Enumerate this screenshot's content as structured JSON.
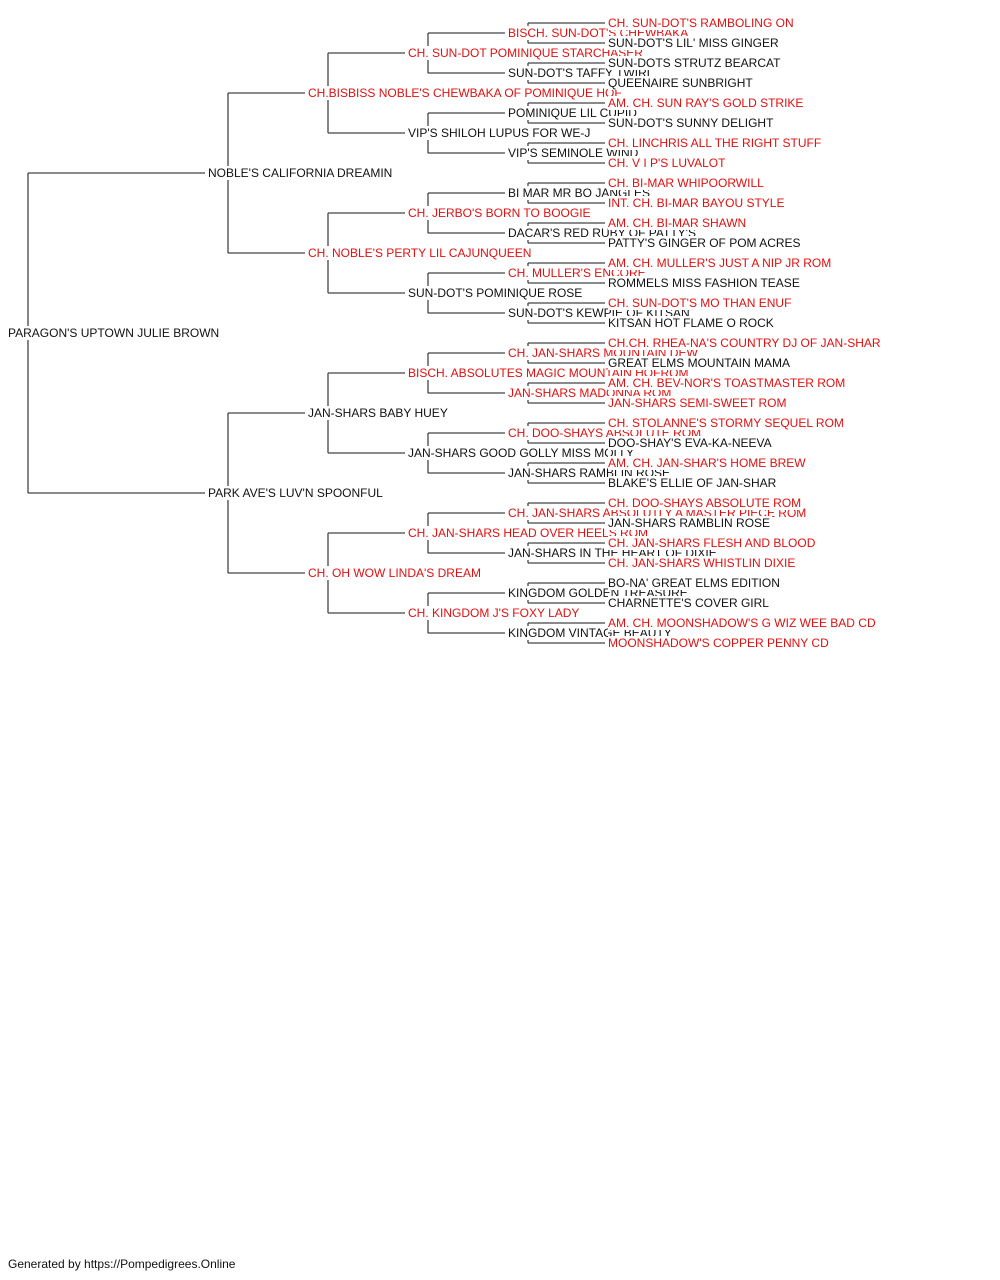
{
  "colors": {
    "line": "#444444",
    "text": "#111111",
    "champion": "#e01010"
  },
  "pedigree": {
    "name": "PARAGON'S UPTOWN JULIE BROWN",
    "champion": false,
    "sire": {
      "name": "NOBLE'S CALIFORNIA DREAMIN",
      "champion": false,
      "sire": {
        "name": "CH.BISBISS NOBLE'S CHEWBAKA OF POMINIQUE HOF",
        "champion": true,
        "sire": {
          "name": "CH. SUN-DOT POMINIQUE STARCHASER",
          "champion": true,
          "sire": {
            "name": "BISCH. SUN-DOT'S CHEWBAKA",
            "champion": true,
            "sire": {
              "name": "CH. SUN-DOT'S RAMBOLING ON",
              "champion": true
            },
            "dam": {
              "name": "SUN-DOT'S LIL' MISS GINGER",
              "champion": false
            }
          },
          "dam": {
            "name": "SUN-DOT'S TAFFY TWIRL",
            "champion": false,
            "sire": {
              "name": "SUN-DOTS STRUTZ BEARCAT",
              "champion": false
            },
            "dam": {
              "name": "QUEENAIRE SUNBRIGHT",
              "champion": false
            }
          }
        },
        "dam": {
          "name": "VIP'S SHILOH LUPUS FOR WE-J",
          "champion": false,
          "sire": {
            "name": "POMINIQUE LIL CUPID",
            "champion": false,
            "sire": {
              "name": "AM. CH. SUN RAY'S GOLD STRIKE",
              "champion": true
            },
            "dam": {
              "name": "SUN-DOT'S SUNNY DELIGHT",
              "champion": false
            }
          },
          "dam": {
            "name": "VIP'S SEMINOLE WIND",
            "champion": false,
            "sire": {
              "name": "CH. LINCHRIS ALL THE RIGHT STUFF",
              "champion": true
            },
            "dam": {
              "name": "CH. V I P'S LUVALOT",
              "champion": true
            }
          }
        }
      },
      "dam": {
        "name": "CH. NOBLE'S PERTY LIL CAJUNQUEEN",
        "champion": true,
        "sire": {
          "name": "CH. JERBO'S BORN TO BOOGIE",
          "champion": true,
          "sire": {
            "name": "BI MAR MR BO JANGLES",
            "champion": false,
            "sire": {
              "name": "CH. BI-MAR WHIPOORWILL",
              "champion": true
            },
            "dam": {
              "name": "INT. CH. BI-MAR BAYOU STYLE",
              "champion": true
            }
          },
          "dam": {
            "name": "DACAR'S RED RUBY OF PATTY'S",
            "champion": false,
            "sire": {
              "name": "AM. CH. BI-MAR SHAWN",
              "champion": true
            },
            "dam": {
              "name": "PATTY'S GINGER OF POM ACRES",
              "champion": false
            }
          }
        },
        "dam": {
          "name": "SUN-DOT'S POMINIQUE ROSE",
          "champion": false,
          "sire": {
            "name": "CH. MULLER'S ENCORE",
            "champion": true,
            "sire": {
              "name": "AM. CH. MULLER'S JUST A NIP JR ROM",
              "champion": true
            },
            "dam": {
              "name": "ROMMELS MISS FASHION TEASE",
              "champion": false
            }
          },
          "dam": {
            "name": "SUN-DOT'S KEWPIE OF KITSAN",
            "champion": false,
            "sire": {
              "name": "CH. SUN-DOT'S MO THAN ENUF",
              "champion": true
            },
            "dam": {
              "name": "KITSAN HOT FLAME O ROCK",
              "champion": false
            }
          }
        }
      }
    },
    "dam": {
      "name": "PARK AVE'S LUV'N SPOONFUL",
      "champion": false,
      "sire": {
        "name": "JAN-SHARS BABY HUEY",
        "champion": false,
        "sire": {
          "name": "BISCH. ABSOLUTES MAGIC MOUNTAIN HOFROM",
          "champion": true,
          "sire": {
            "name": "CH. JAN-SHARS MOUNTAIN DEW",
            "champion": true,
            "sire": {
              "name": "CH.CH. RHEA-NA'S COUNTRY DJ OF JAN-SHAR",
              "champion": true
            },
            "dam": {
              "name": "GREAT ELMS MOUNTAIN MAMA",
              "champion": false
            }
          },
          "dam": {
            "name": "JAN-SHARS MADONNA ROM",
            "champion": true,
            "sire": {
              "name": "AM. CH. BEV-NOR'S TOASTMASTER ROM",
              "champion": true
            },
            "dam": {
              "name": "JAN-SHARS SEMI-SWEET ROM",
              "champion": true
            }
          }
        },
        "dam": {
          "name": "JAN-SHARS GOOD GOLLY MISS MOLLY",
          "champion": false,
          "sire": {
            "name": "CH. DOO-SHAYS ABSOLUTE ROM",
            "champion": true,
            "sire": {
              "name": "CH. STOLANNE'S STORMY SEQUEL ROM",
              "champion": true
            },
            "dam": {
              "name": "DOO-SHAY'S EVA-KA-NEEVA",
              "champion": false
            }
          },
          "dam": {
            "name": "JAN-SHARS RAMBLIN ROSE",
            "champion": false,
            "sire": {
              "name": "AM. CH. JAN-SHAR'S HOME BREW",
              "champion": true
            },
            "dam": {
              "name": "BLAKE'S ELLIE OF JAN-SHAR",
              "champion": false
            }
          }
        }
      },
      "dam": {
        "name": "CH. OH WOW LINDA'S DREAM",
        "champion": true,
        "sire": {
          "name": "CH. JAN-SHARS HEAD OVER HEELS ROM",
          "champion": true,
          "sire": {
            "name": "CH. JAN-SHARS ABSOLUTLY A MASTER PIECE ROM",
            "champion": true,
            "sire": {
              "name": "CH. DOO-SHAYS ABSOLUTE ROM",
              "champion": true
            },
            "dam": {
              "name": "JAN-SHARS RAMBLIN ROSE",
              "champion": false
            }
          },
          "dam": {
            "name": "JAN-SHARS IN THE HEART OF DIXIE",
            "champion": false,
            "sire": {
              "name": "CH. JAN-SHARS FLESH AND BLOOD",
              "champion": true
            },
            "dam": {
              "name": "CH. JAN-SHARS WHISTLIN DIXIE",
              "champion": true
            }
          }
        },
        "dam": {
          "name": "CH. KINGDOM J'S FOXY LADY",
          "champion": true,
          "sire": {
            "name": "KINGDOM GOLDEN TREASURE",
            "champion": false,
            "sire": {
              "name": "BO-NA' GREAT ELMS EDITION",
              "champion": false
            },
            "dam": {
              "name": "CHARNETTE'S COVER GIRL",
              "champion": false
            }
          },
          "dam": {
            "name": "KINGDOM VINTAGE BEAUTY",
            "champion": false,
            "sire": {
              "name": "AM. CH. MOONSHADOW'S G WIZ WEE BAD CD",
              "champion": true
            },
            "dam": {
              "name": "MOONSHADOW'S COPPER PENNY CD",
              "champion": true
            }
          }
        }
      }
    }
  },
  "footer": {
    "text": "Generated by https://Pompedigrees.Online"
  }
}
